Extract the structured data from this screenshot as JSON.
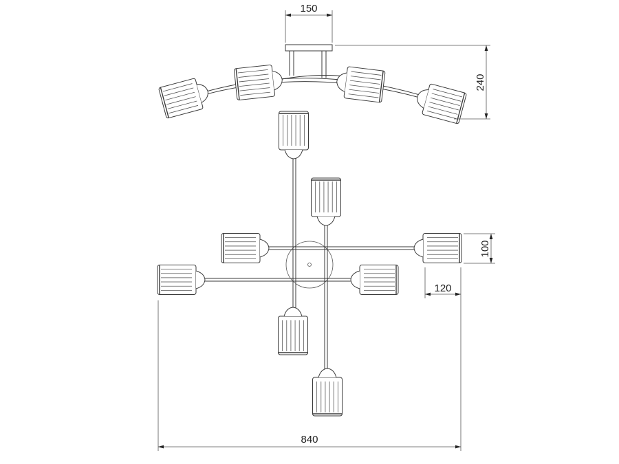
{
  "drawing": {
    "dimensions": {
      "plate_width": "150",
      "total_height": "240",
      "shade_height": "100",
      "shade_length": "120",
      "total_width": "840"
    },
    "colors": {
      "line": "#3a3a3a",
      "background": "#ffffff"
    }
  }
}
